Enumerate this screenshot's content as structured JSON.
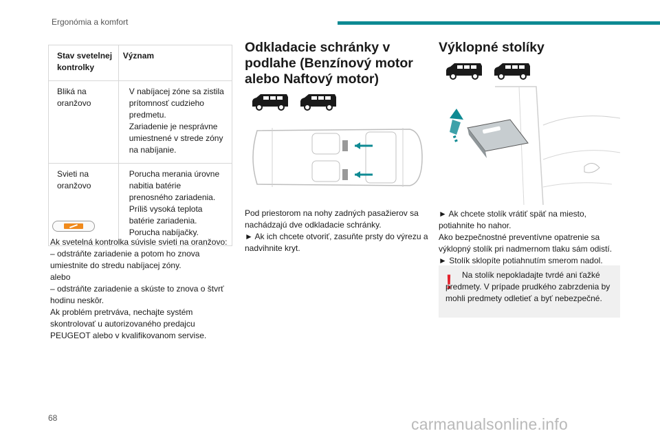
{
  "header": {
    "title": "Ergonómia a komfort"
  },
  "page_number": "68",
  "watermark": "carmanualsonline.info",
  "table": {
    "headers": [
      "Stav svetelnej kontrolky",
      "Význam"
    ],
    "rows": [
      {
        "state": "Bliká na oranžovo",
        "meaning": [
          "V nabíjacej zóne sa zistila prítomnosť cudzieho predmetu.",
          "Zariadenie je nesprávne umiestnené v strede zóny na nabíjanie."
        ]
      },
      {
        "state": "Svieti na oranžovo",
        "meaning": [
          "Porucha merania úrovne nabitia batérie prenosného zariadenia.",
          "Príliš vysoká teplota batérie zariadenia.",
          "Porucha nabíjačky."
        ]
      }
    ]
  },
  "indicator_icon": "wireless-charging-indicator-icon",
  "col1_text": [
    "Ak svetelná kontrolka súvisle svieti na oranžovo:",
    "–  odstráňte zariadenie a potom ho znova umiestnite do stredu nabíjacej zóny.",
    "alebo",
    "–  odstráňte zariadenie a skúste to znova o štvrť hodinu neskôr.",
    "Ak problém pretrváva, nechajte systém skontrolovať u autorizovaného predajcu PEUGEOT alebo v kvalifikovanom servise."
  ],
  "section2": {
    "title": "Odkladacie schránky v podlahe (Benzínový motor alebo Naftový motor)",
    "text": [
      "Pod priestorom na nohy zadných pasažierov sa nachádzajú dve odkladacie schránky.",
      "► Ak ich chcete otvoriť, zasuňte prsty do výrezu a nadvihnite kryt."
    ],
    "accent_color": "#0e8a93"
  },
  "section3": {
    "title": "Výklopné stolíky",
    "text": [
      "► Ak chcete stolík vrátiť späť na miesto, potiahnite ho nahor.",
      "Ako bezpečnostné preventívne opatrenie sa výklopný stolík pri nadmernom tlaku sám odistí.",
      "► Stolík sklopíte potiahnutím smerom nadol."
    ],
    "warning_mark": "!",
    "warning": "Na stolík nepokladajte tvrdé ani ťažké predmety. V prípade prudkého zabrzdenia by mohli predmety odletieť a byť nebezpečné."
  }
}
